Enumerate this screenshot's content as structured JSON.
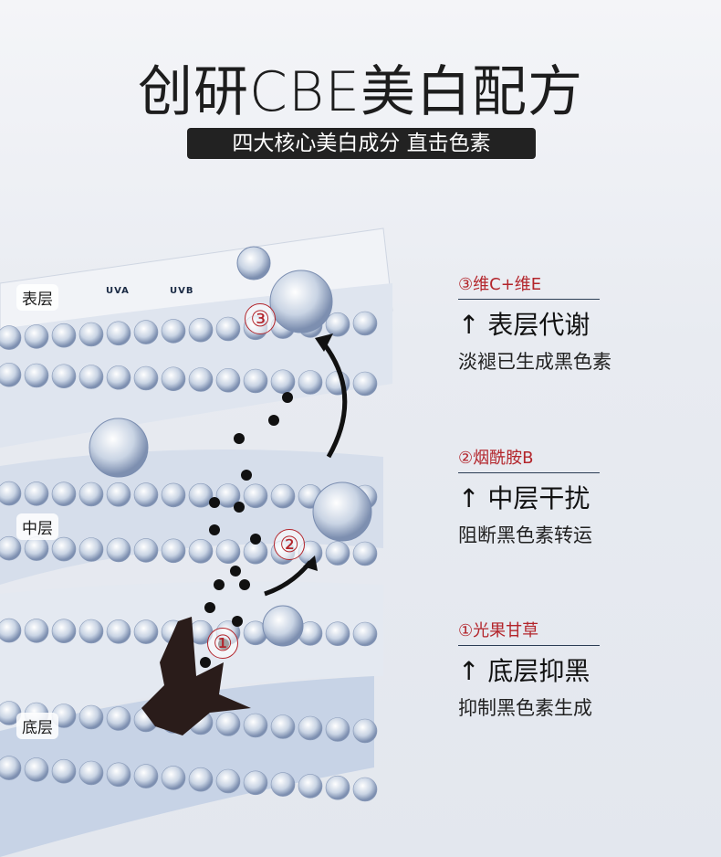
{
  "title": "创研CBE美白配方",
  "subtitle": "四大核心美白成分 直击色素",
  "layers": {
    "top": "表层",
    "middle": "中层",
    "bottom": "底层"
  },
  "uv": {
    "a": "UVA",
    "b": "UVB"
  },
  "markers": [
    "①",
    "②",
    "③"
  ],
  "blocks": [
    {
      "ingredient": "③维C+维E",
      "effect": "↑ 表层代谢",
      "desc": "淡褪已生成黑色素"
    },
    {
      "ingredient": "②烟酰胺B",
      "effect": "↑ 中层干扰",
      "desc": "阻断黑色素转运"
    },
    {
      "ingredient": "①光果甘草",
      "effect": "↑ 底层抑黑",
      "desc": "抑制黑色素生成"
    }
  ],
  "colors": {
    "accent": "#b3252b",
    "dark": "#222222"
  }
}
